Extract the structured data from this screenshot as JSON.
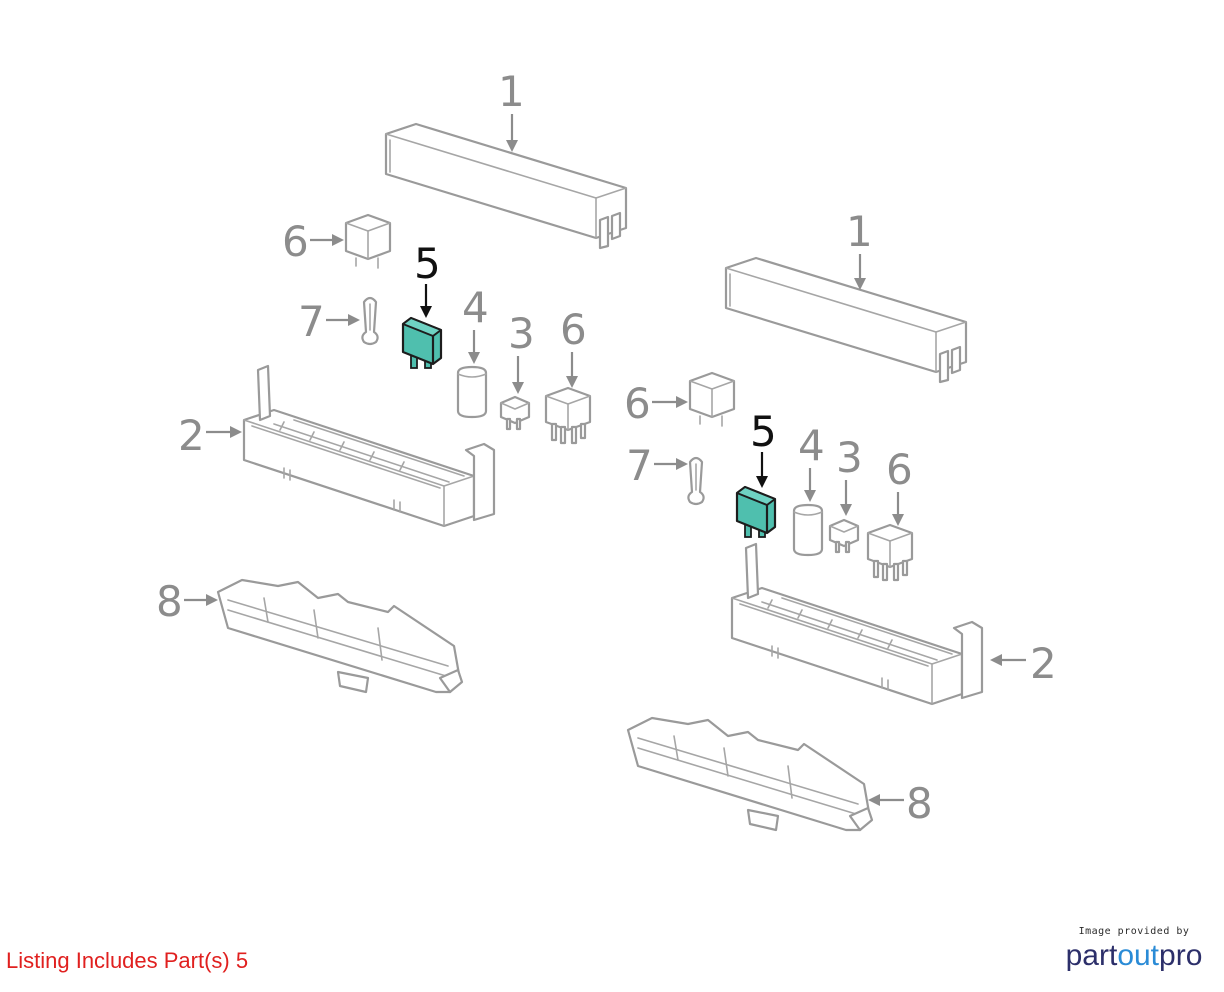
{
  "diagram": {
    "callouts": {
      "l1": "1",
      "l2": "2",
      "l3": "3",
      "l4": "4",
      "l5": "5",
      "l6a": "6",
      "l6b": "6",
      "l7": "7",
      "l8": "8",
      "r1": "1",
      "r2": "2",
      "r3": "3",
      "r4": "4",
      "r5": "5",
      "r6a": "6",
      "r6b": "6",
      "r7": "7",
      "r8": "8"
    },
    "highlighted_part": "5",
    "colors": {
      "highlight": "#4fbfae",
      "outline": "#9a9a9a",
      "callout": "#8c8c8c",
      "callout_highlight": "#111111"
    }
  },
  "footer": {
    "listing_note": "Listing Includes Part(s) 5",
    "listing_color": "#e0201f",
    "credit_caption": "Image provided by",
    "logo_part1": "part",
    "logo_part2": "out",
    "logo_part3": "pro"
  }
}
